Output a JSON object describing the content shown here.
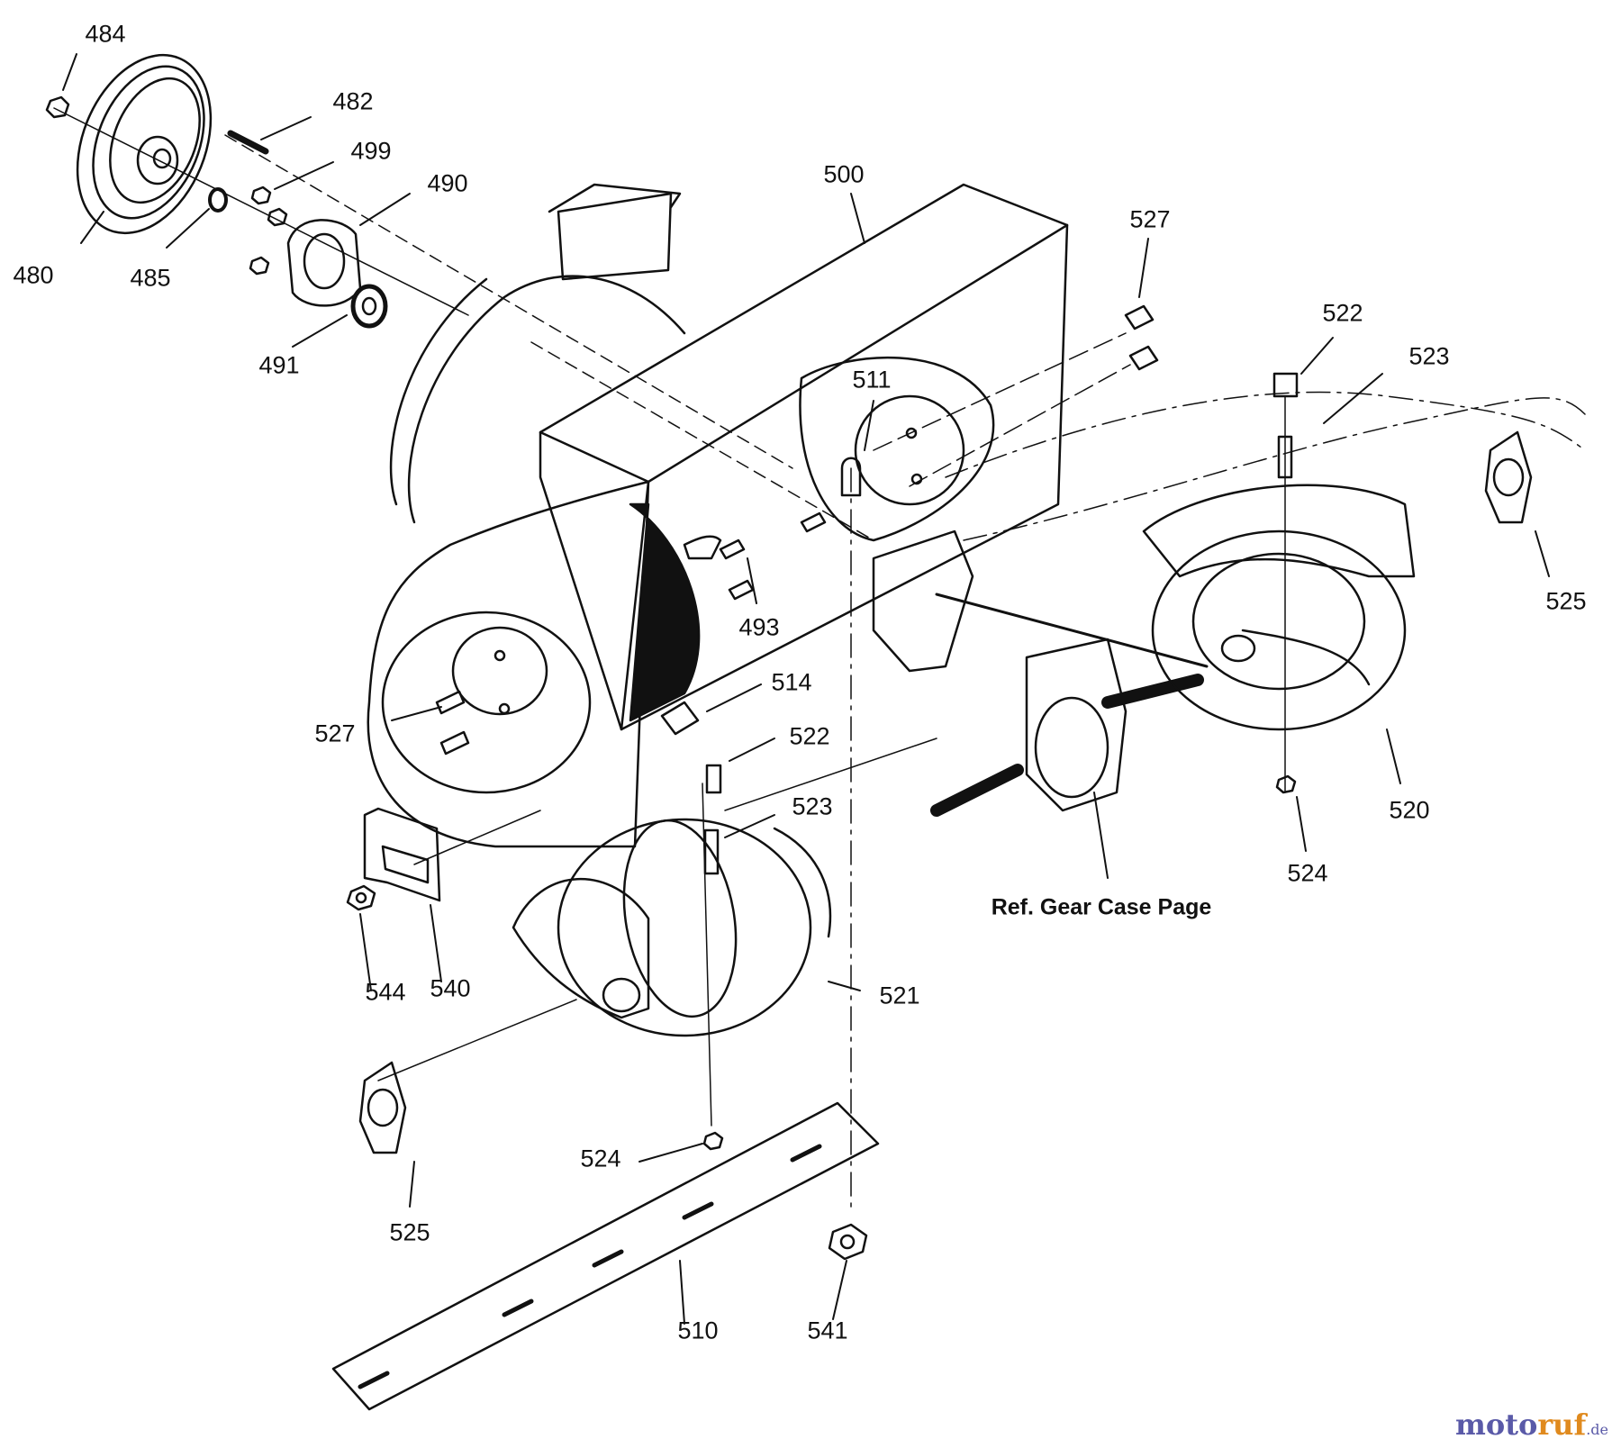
{
  "callouts": {
    "c480": "480",
    "c482": "482",
    "c484": "484",
    "c485": "485",
    "c490": "490",
    "c491": "491",
    "c493": "493",
    "c499": "499",
    "c500": "500",
    "c510": "510",
    "c511": "511",
    "c514": "514",
    "c520": "520",
    "c521": "521",
    "c522a": "522",
    "c522b": "522",
    "c523a": "523",
    "c523b": "523",
    "c524a": "524",
    "c524b": "524",
    "c525a": "525",
    "c525b": "525",
    "c527a": "527",
    "c527b": "527",
    "c540": "540",
    "c541": "541",
    "c544": "544"
  },
  "reference_note": "Ref. Gear Case Page",
  "watermark": {
    "part1": "moto",
    "part2": "ruf",
    "part3": ".de"
  },
  "colors": {
    "line": "#111111",
    "fill": "#ffffff",
    "watermark_blue": "#5a5aa8",
    "watermark_orange": "#e08a1e"
  }
}
